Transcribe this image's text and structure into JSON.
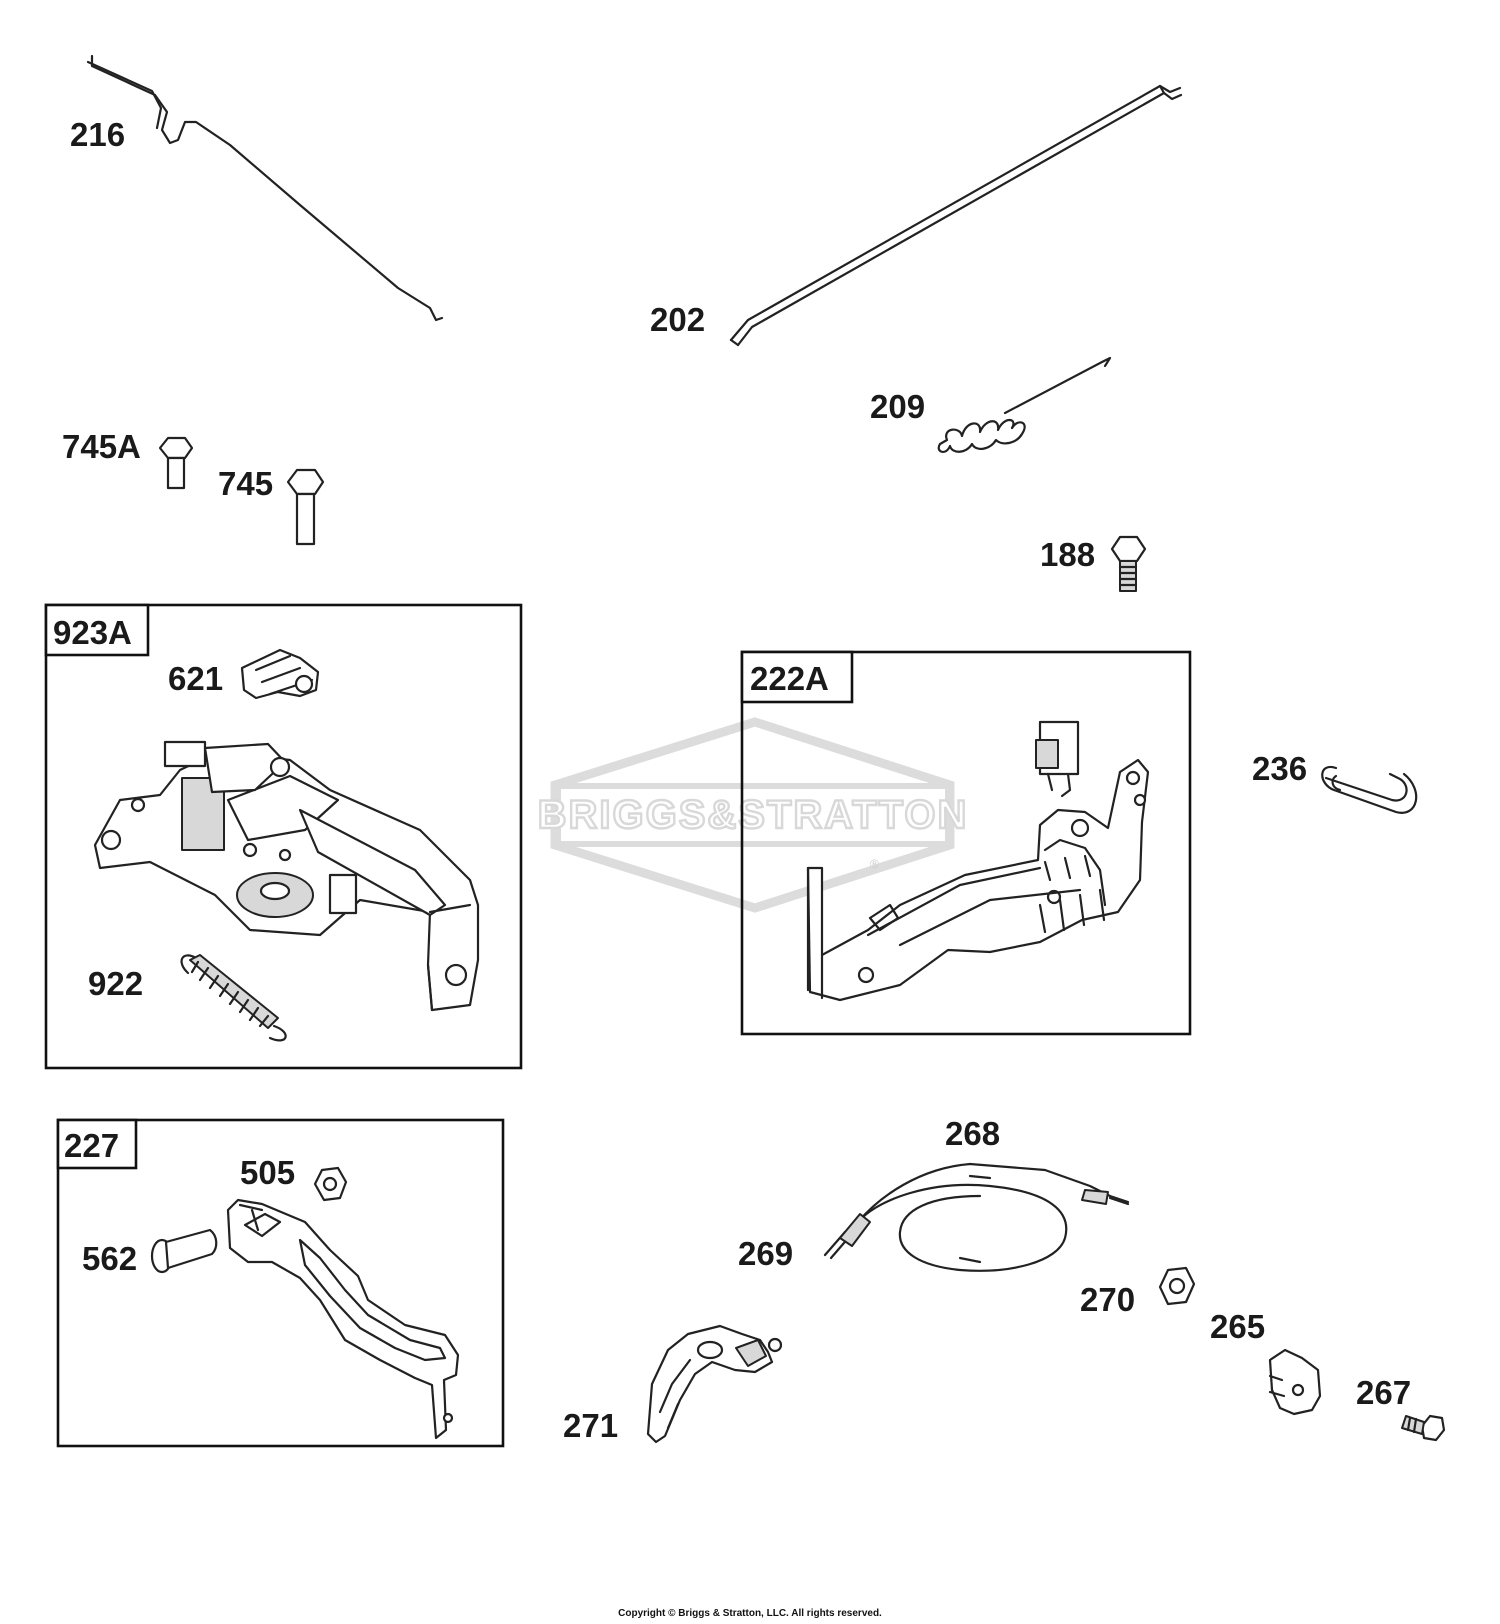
{
  "watermark": {
    "text": "BRIGGS&STRATTON",
    "mark": "®"
  },
  "labels": {
    "p216": "216",
    "p202": "202",
    "p209": "209",
    "p745a": "745A",
    "p745": "745",
    "p188": "188",
    "p923a": "923A",
    "p621": "621",
    "p922": "922",
    "p222a": "222A",
    "p236": "236",
    "p227": "227",
    "p505": "505",
    "p562": "562",
    "p268": "268",
    "p269": "269",
    "p270": "270",
    "p265": "265",
    "p267": "267",
    "p271": "271"
  },
  "footer": {
    "copyright": "Copyright © Briggs & Stratton, LLC. All rights reserved."
  }
}
